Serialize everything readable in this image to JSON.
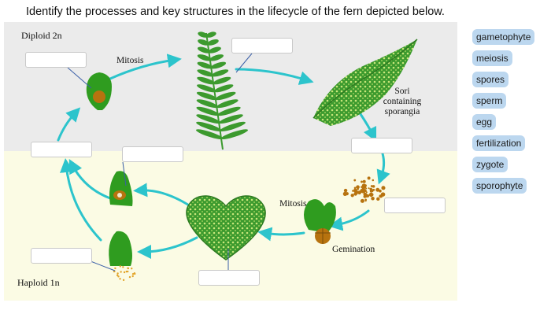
{
  "question": "Identify the processes and key structures in the lifecycle of the fern depicted below.",
  "regions": {
    "diploid": "Diploid 2n",
    "haploid": "Haploid 1n"
  },
  "labels": {
    "mitosis_top": "Mitosis",
    "sori": "Sori containing sporangia",
    "mitosis_bottom": "Mitosis",
    "germination": "Gemination"
  },
  "answer_bank": [
    "gametophyte",
    "meiosis",
    "spores",
    "sperm",
    "egg",
    "fertilization",
    "zygote",
    "sporophyte"
  ],
  "colors": {
    "arrow": "#2cc4cc",
    "plant_green": "#2f9c1f",
    "frond_green": "#3c9a2e",
    "spore_brown": "#b7730f",
    "diploid_bg": "#ebebeb",
    "haploid_bg": "#fbfbe4",
    "chip_bg": "#bcd7ef"
  }
}
